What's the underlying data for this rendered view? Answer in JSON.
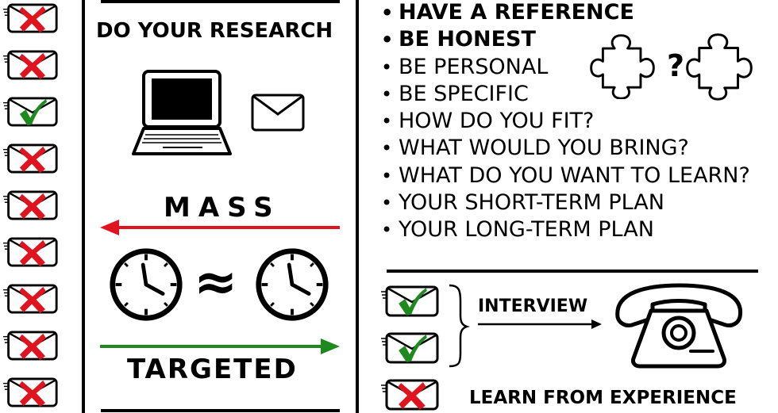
{
  "research_panel": {
    "title": "DO YOUR RESEARCH",
    "mass_label": "MASS",
    "targeted_label": "TARGETED",
    "approx_symbol": "≈"
  },
  "application_column": {
    "results": [
      "reject",
      "reject",
      "accept",
      "reject",
      "reject",
      "reject",
      "reject",
      "reject",
      "reject"
    ]
  },
  "tips": [
    {
      "text": "HAVE A REFERENCE",
      "bold": true
    },
    {
      "text": "BE HONEST",
      "bold": true
    },
    {
      "text": "BE PERSONAL",
      "bold": false
    },
    {
      "text": "BE SPECIFIC",
      "bold": false
    },
    {
      "text": "HOW DO YOU FIT?",
      "bold": false
    },
    {
      "text": "WHAT WOULD YOU BRING?",
      "bold": false
    },
    {
      "text": "WHAT DO YOU WANT TO LEARN?",
      "bold": false
    },
    {
      "text": "YOUR SHORT-TERM PLAN",
      "bold": false
    },
    {
      "text": "YOUR LONG-TERM PLAN",
      "bold": false
    }
  ],
  "puzzle_question": "?",
  "outcome_panel": {
    "interview_label": "INTERVIEW",
    "learn_label": "LEARN FROM EXPERIENCE",
    "results": [
      "accept",
      "accept",
      "reject"
    ]
  },
  "colors": {
    "accept": "#1e8a1e",
    "reject": "#e0141e",
    "mass_arrow": "#e0141e",
    "targeted_arrow": "#1e8a1e",
    "ink": "#000000"
  }
}
